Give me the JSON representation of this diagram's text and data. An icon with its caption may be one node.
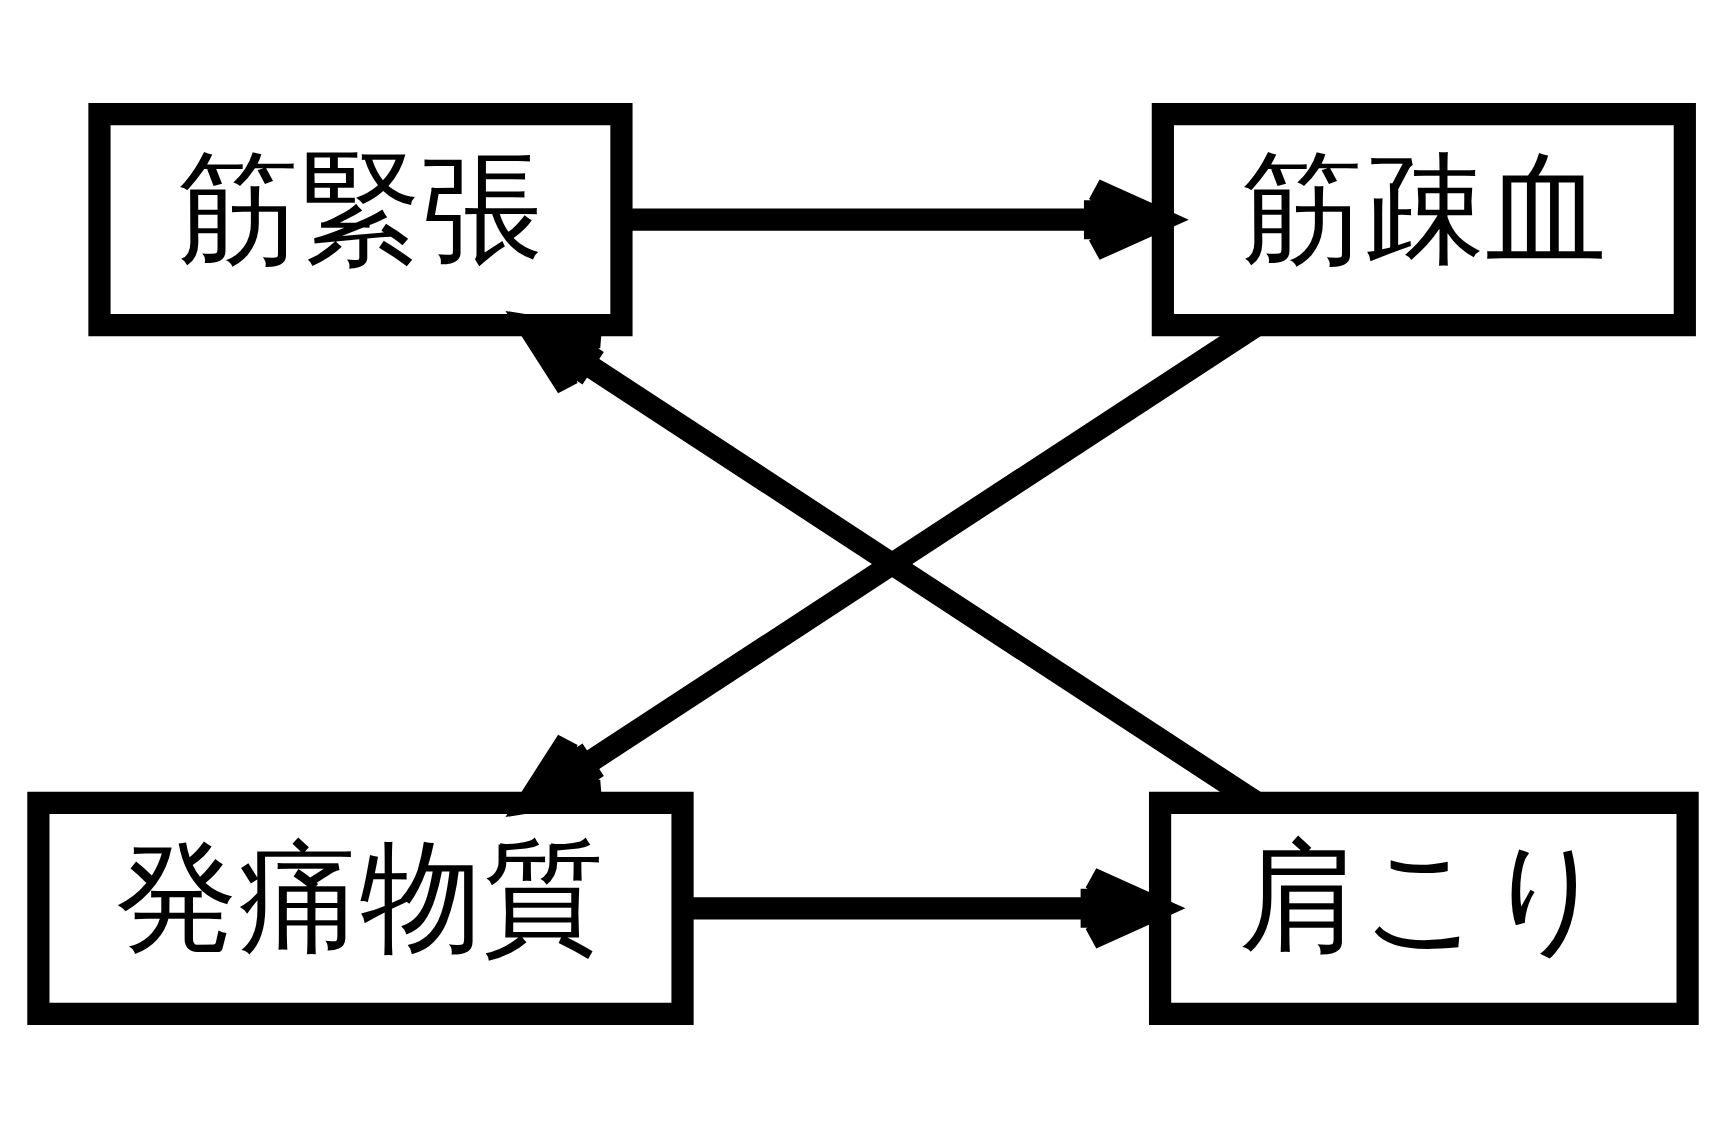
{
  "diagram": {
    "nodes": [
      {
        "text": [
          "筋緊張"
        ]
      },
      {
        "text": [
          "肩こり"
        ]
      },
      {
        "text": [
          "筋疎血"
        ]
      },
      {
        "text": [
          "発痛物質"
        ]
      }
    ],
    "edges": [
      {
        "from": 1,
        "to": 0,
        "arrow": "to"
      },
      {
        "from": 0,
        "to": 2,
        "arrow": "to"
      },
      {
        "from": 2,
        "to": 3,
        "arrow": "to"
      },
      {
        "from": 3,
        "to": 1,
        "arrow": "to"
      }
    ]
  }
}
